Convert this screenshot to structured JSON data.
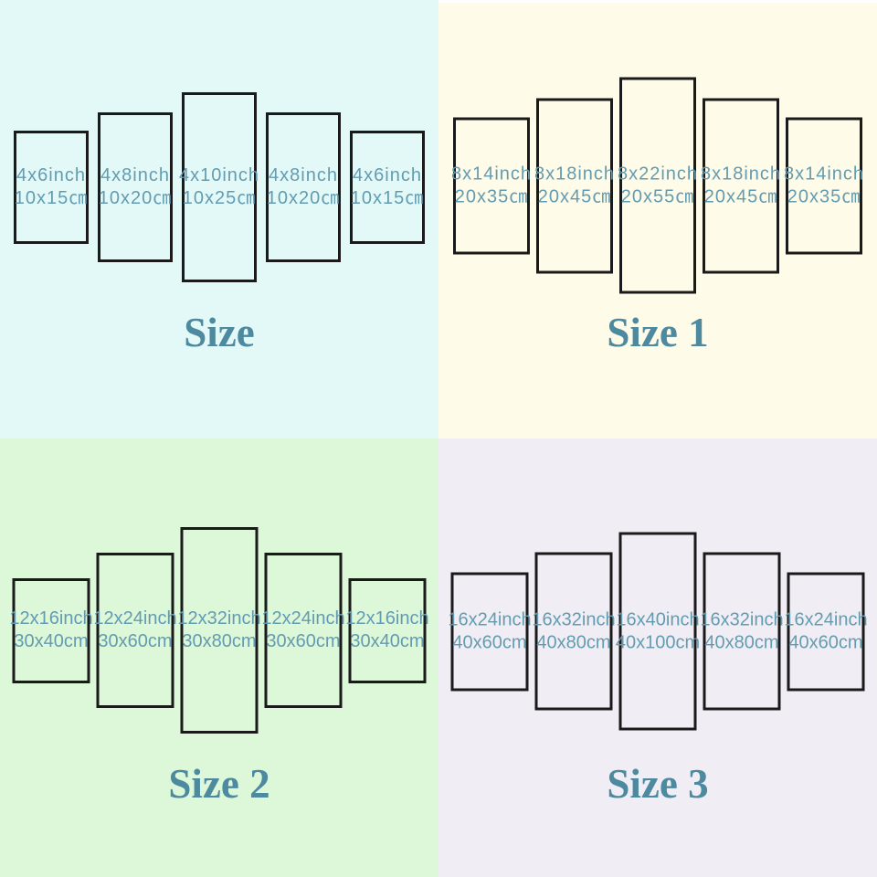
{
  "colors": {
    "label_text": "#639cb1",
    "title_text": "#4d8aa0",
    "panel_border": "#1a1a1a",
    "section_backgrounds": [
      "#e3f9f8",
      "#fefbe8",
      "#ddf7d9",
      "#f1edf5"
    ]
  },
  "sections": [
    {
      "title": "Size",
      "bg": "#e3f9f8",
      "panels": [
        {
          "inch": "4x6inch",
          "cm": "10x15㎝"
        },
        {
          "inch": "4x8inch",
          "cm": "10x20㎝"
        },
        {
          "inch": "4x10inch",
          "cm": "10x25㎝"
        },
        {
          "inch": "4x8inch",
          "cm": "10x20㎝"
        },
        {
          "inch": "4x6inch",
          "cm": "10x15㎝"
        }
      ]
    },
    {
      "title": "Size 1",
      "bg": "#fefbe8",
      "panels": [
        {
          "inch": "8x14inch",
          "cm": "20x35㎝"
        },
        {
          "inch": "8x18inch",
          "cm": "20x45㎝"
        },
        {
          "inch": "8x22inch",
          "cm": "20x55㎝"
        },
        {
          "inch": "8x18inch",
          "cm": "20x45㎝"
        },
        {
          "inch": "8x14inch",
          "cm": "20x35㎝"
        }
      ]
    },
    {
      "title": "Size 2",
      "bg": "#ddf7d9",
      "panels": [
        {
          "inch": "12x16inch",
          "cm": "30x40cm"
        },
        {
          "inch": "12x24inch",
          "cm": "30x60cm"
        },
        {
          "inch": "12x32inch",
          "cm": "30x80cm"
        },
        {
          "inch": "12x24inch",
          "cm": "30x60cm"
        },
        {
          "inch": "12x16inch",
          "cm": "30x40cm"
        }
      ]
    },
    {
      "title": "Size 3",
      "bg": "#f1edf5",
      "panels": [
        {
          "inch": "16x24inch",
          "cm": "40x60cm"
        },
        {
          "inch": "16x32inch",
          "cm": "40x80cm"
        },
        {
          "inch": "16x40inch",
          "cm": "40x100cm"
        },
        {
          "inch": "16x32inch",
          "cm": "40x80cm"
        },
        {
          "inch": "16x24inch",
          "cm": "40x60cm"
        }
      ]
    }
  ]
}
